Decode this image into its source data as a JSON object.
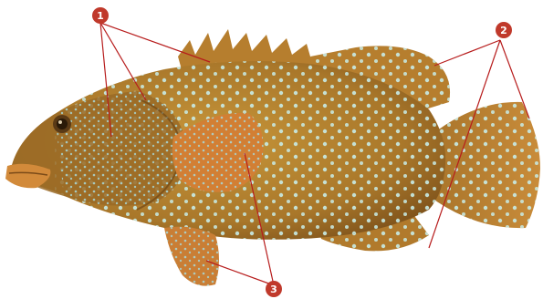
{
  "figure": {
    "subject_icon": "grouper-fish-illustration",
    "colors": {
      "body": "#b8862c",
      "body_dark": "#8a5a1e",
      "fin": "#c98a35",
      "pectoral_fin": "#d9823a",
      "spots": "#bfe7e3",
      "leader_lines": "#b71c1c",
      "marker": "#c0392b"
    }
  },
  "callouts": [
    {
      "id": "1",
      "label": "1"
    },
    {
      "id": "2",
      "label": "2"
    },
    {
      "id": "3",
      "label": "3"
    }
  ]
}
